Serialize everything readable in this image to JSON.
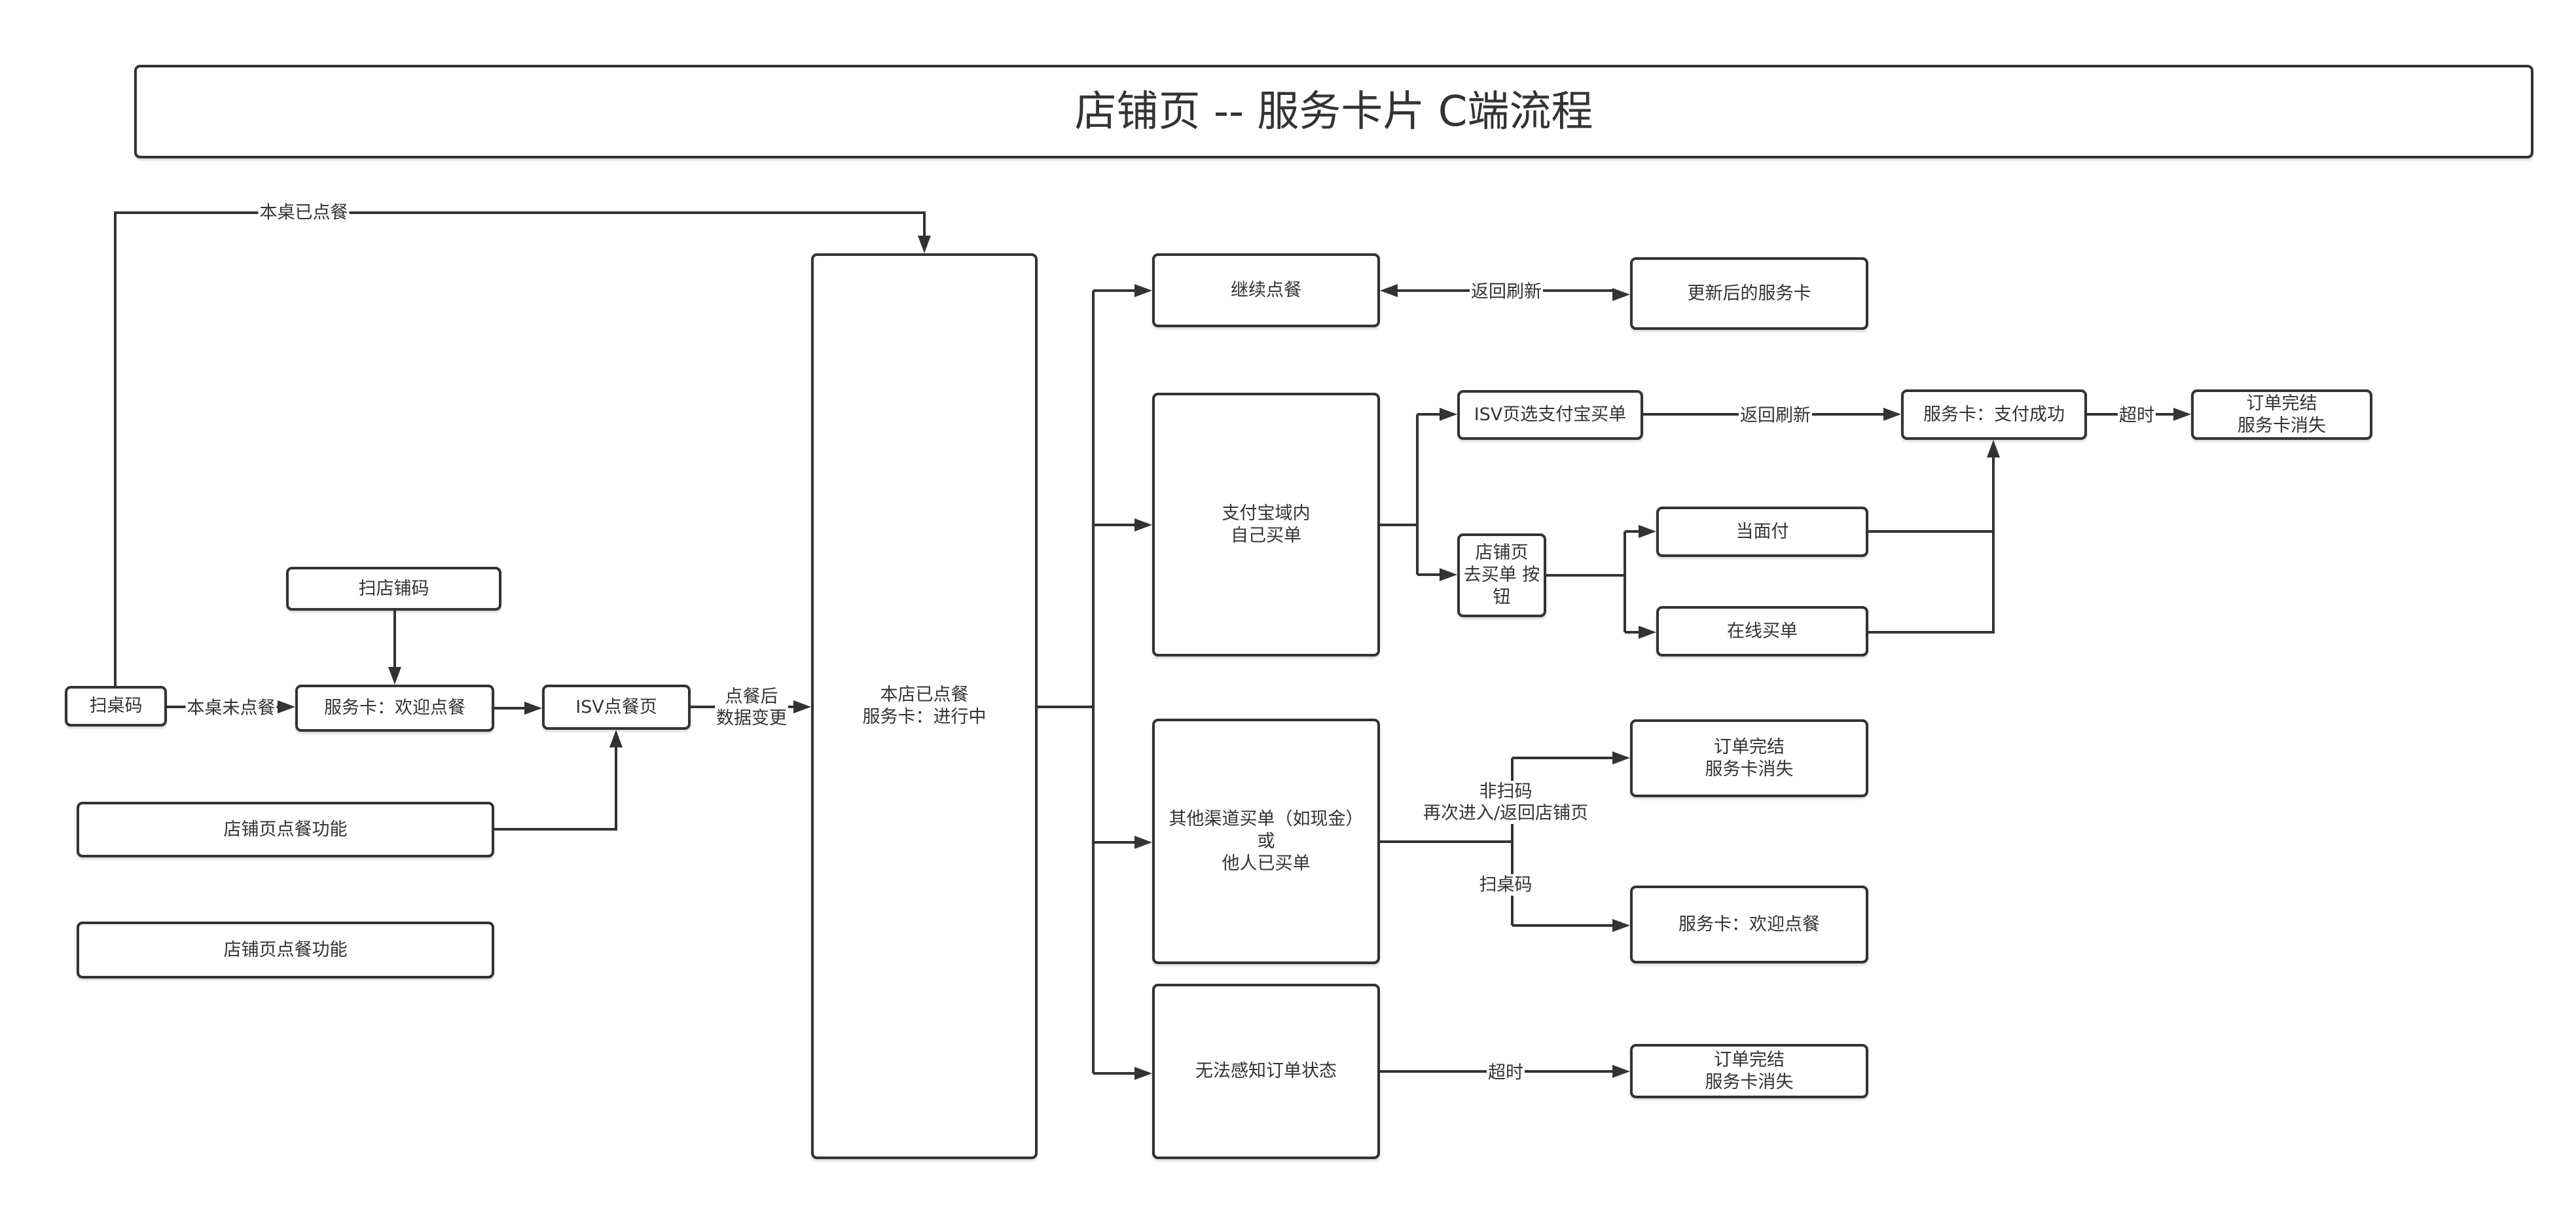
{
  "title": "店铺页 -- 服务卡片 C端流程",
  "nodes": {
    "scan_table": "扫桌码",
    "scan_store_code": "扫店铺码",
    "card_welcome": "服务卡：欢迎点餐",
    "isv_order_page": "ISV点餐页",
    "store_order_feature_1": "店铺页点餐功能",
    "store_order_feature_2": "店铺页点餐功能",
    "ordered_in_progress": "本店已点餐\n服务卡：进行中",
    "continue_ordering": "继续点餐",
    "updated_card": "更新后的服务卡",
    "alipay_self_pay": "支付宝域内\n自己买单",
    "isv_alipay_pay": "ISV页选支付宝买单",
    "store_pay_button": "店铺页\n去买单 按钮",
    "face_to_face_pay": "当面付",
    "online_pay": "在线买单",
    "card_pay_success": "服务卡：支付成功",
    "order_done_1": "订单完结\n服务卡消失",
    "other_channel_pay": "其他渠道买单（如现金）\n或\n他人已买单",
    "order_done_2": "订单完结\n服务卡消失",
    "card_welcome_2": "服务卡：欢迎点餐",
    "order_status_unknown": "无法感知订单状态",
    "order_done_3": "订单完结\n服务卡消失"
  },
  "edge_labels": {
    "table_already_ordered": "本桌已点餐",
    "table_not_ordered": "本桌未点餐",
    "after_order_data_change": "点餐后\n数据变更",
    "return_refresh_1": "返回刷新",
    "return_refresh_2": "返回刷新",
    "timeout_1": "超时",
    "non_scan_reenter": "非扫码\n再次进入/返回店铺页",
    "scan_table_code": "扫桌码",
    "timeout_2": "超时"
  },
  "colors": {
    "stroke": "#333333",
    "text": "#333333",
    "background": "#ffffff"
  }
}
